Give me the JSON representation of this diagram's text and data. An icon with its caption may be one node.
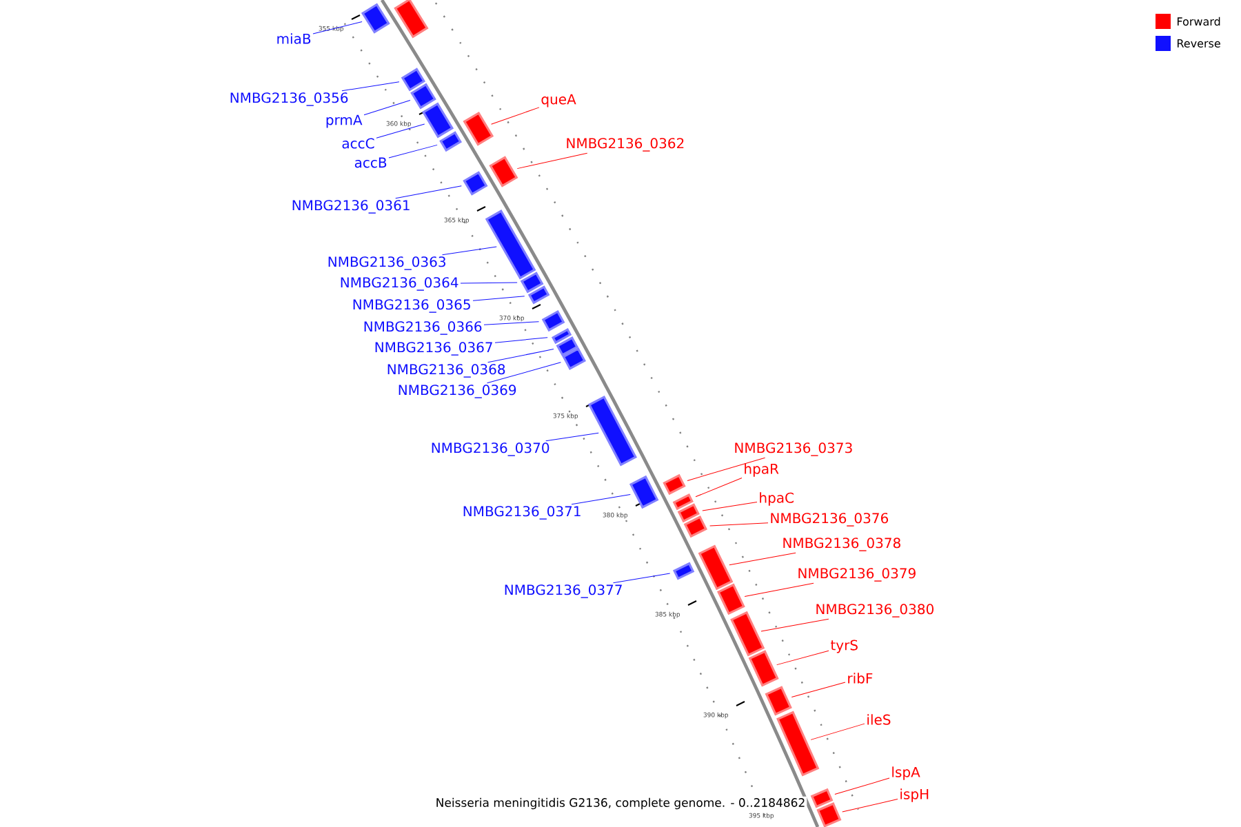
{
  "diagram": {
    "caption": "Neisseria meningitidis G2136, complete genome. - 0..2184862",
    "nodes": [
      {
        "text": [
          "miaB"
        ]
      },
      {
        "text": [
          "NMBG2136_0356"
        ]
      },
      {
        "text": [
          "queA"
        ]
      },
      {
        "text": [
          "prmA"
        ]
      },
      {
        "text": [
          "accC"
        ]
      },
      {
        "text": [
          "NMBG2136_0362"
        ]
      },
      {
        "text": [
          "accB"
        ]
      },
      {
        "text": [
          "NMBG2136_0361"
        ]
      },
      {
        "text": [
          "NMBG2136_0363"
        ]
      },
      {
        "text": [
          "NMBG2136_0364"
        ]
      },
      {
        "text": [
          "NMBG2136_0365"
        ]
      },
      {
        "text": [
          "NMBG2136_0366"
        ]
      },
      {
        "text": [
          "NMBG2136_0367"
        ]
      },
      {
        "text": [
          "NMBG2136_0368"
        ]
      },
      {
        "text": [
          "NMBG2136_0369"
        ]
      },
      {
        "text": [
          "NMBG2136_0370"
        ]
      },
      {
        "text": [
          "NMBG2136_0373"
        ]
      },
      {
        "text": [
          "hpaR"
        ]
      },
      {
        "text": [
          "hpaC"
        ]
      },
      {
        "text": [
          "NMBG2136_0371"
        ]
      },
      {
        "text": [
          "NMBG2136_0376"
        ]
      },
      {
        "text": [
          "NMBG2136_0378"
        ]
      },
      {
        "text": [
          "NMBG2136_0379"
        ]
      },
      {
        "text": [
          "NMBG2136_0377"
        ]
      },
      {
        "text": [
          "NMBG2136_0380"
        ]
      },
      {
        "text": [
          "tyrS"
        ]
      },
      {
        "text": [
          "ribF"
        ]
      },
      {
        "text": [
          "ileS"
        ]
      },
      {
        "text": [
          "lspA"
        ]
      },
      {
        "text": [
          "ispH"
        ]
      },
      {
        "text": [],
        "shape": "bar"
      },
      {
        "text": [],
        "shape": "bar"
      },
      {
        "text": [],
        "shape": "bar"
      },
      {
        "text": [],
        "shape": "bar"
      },
      {
        "text": [],
        "shape": "bar"
      },
      {
        "text": [],
        "shape": "bar"
      },
      {
        "text": [],
        "shape": "bar"
      },
      {
        "text": [],
        "shape": "bar"
      },
      {
        "text": [],
        "shape": "bar"
      },
      {
        "text": [],
        "shape": "bar"
      },
      {
        "text": [],
        "shape": "bar"
      },
      {
        "text": [],
        "shape": "bar"
      },
      {
        "text": [],
        "shape": "bar"
      },
      {
        "text": [],
        "shape": "bar"
      },
      {
        "text": [],
        "shape": "bar"
      },
      {
        "text": [],
        "shape": "bar"
      },
      {
        "text": [],
        "shape": "bar"
      },
      {
        "text": [],
        "shape": "bar"
      },
      {
        "text": [],
        "shape": "bar"
      },
      {
        "text": [],
        "shape": "bar"
      },
      {
        "text": [],
        "shape": "bar"
      },
      {
        "text": [],
        "shape": "bar"
      },
      {
        "text": [],
        "shape": "bar"
      },
      {
        "text": [],
        "shape": "bar"
      },
      {
        "text": [],
        "shape": "bar"
      },
      {
        "text": [],
        "shape": "bar"
      },
      {
        "text": [],
        "shape": "bar"
      },
      {
        "text": [],
        "shape": "bar"
      },
      {
        "text": [],
        "shape": "bar"
      },
      {
        "text": [],
        "shape": "bar"
      },
      {
        "text": [],
        "shape": "bar"
      }
    ],
    "edges": [
      {
        "from": 0,
        "to": 30,
        "arrow": "none"
      },
      {
        "from": 1,
        "to": 32,
        "arrow": "none"
      },
      {
        "from": 2,
        "to": 35,
        "arrow": "none",
        "color": "#ff0000"
      },
      {
        "from": 3,
        "to": 33,
        "arrow": "none"
      },
      {
        "from": 4,
        "to": 34,
        "arrow": "none"
      },
      {
        "from": 5,
        "to": 38,
        "arrow": "none",
        "color": "#ff0000"
      },
      {
        "from": 6,
        "to": 36,
        "arrow": "none"
      },
      {
        "from": 7,
        "to": 37,
        "arrow": "none"
      },
      {
        "from": 8,
        "to": 39,
        "arrow": "none"
      },
      {
        "from": 9,
        "to": 40,
        "arrow": "none"
      },
      {
        "from": 10,
        "to": 41,
        "arrow": "none"
      },
      {
        "from": 11,
        "to": 42,
        "arrow": "none"
      },
      {
        "from": 12,
        "to": 43,
        "arrow": "none"
      },
      {
        "from": 13,
        "to": 44,
        "arrow": "none"
      },
      {
        "from": 14,
        "to": 45,
        "arrow": "none"
      },
      {
        "from": 15,
        "to": 46,
        "arrow": "none"
      },
      {
        "from": 16,
        "to": 48,
        "arrow": "none",
        "color": "#ff0000"
      },
      {
        "from": 17,
        "to": 49,
        "arrow": "none",
        "color": "#ff0000"
      },
      {
        "from": 18,
        "to": 50,
        "arrow": "none",
        "color": "#ff0000"
      },
      {
        "from": 19,
        "to": 47,
        "arrow": "none"
      },
      {
        "from": 20,
        "to": 51,
        "arrow": "none",
        "color": "#ff0000"
      },
      {
        "from": 21,
        "to": 52,
        "arrow": "none",
        "color": "#ff0000"
      },
      {
        "from": 22,
        "to": 54,
        "arrow": "none",
        "color": "#ff0000"
      },
      {
        "from": 23,
        "to": 53,
        "arrow": "none"
      },
      {
        "from": 24,
        "to": 55,
        "arrow": "none",
        "color": "#ff0000"
      },
      {
        "from": 25,
        "to": 56,
        "arrow": "none",
        "color": "#ff0000"
      },
      {
        "from": 26,
        "to": 57,
        "arrow": "none",
        "color": "#ff0000"
      },
      {
        "from": 27,
        "to": 58,
        "arrow": "none",
        "color": "#ff0000"
      },
      {
        "from": 28,
        "to": 59,
        "arrow": "none",
        "color": "#ff0000"
      },
      {
        "from": 29,
        "to": 60,
        "arrow": "none",
        "color": "#ff0000"
      }
    ],
    "labels": [
      "355 kbp",
      "360 kbp",
      "365 kbp",
      "370 kbp",
      "375 kbp",
      "380 kbp",
      "385 kbp",
      "390 kbp",
      "395 kbp"
    ],
    "legend": [
      {
        "text": "Forward",
        "color": "#ff0000"
      },
      {
        "text": "Reverse",
        "color": "#1010ff"
      }
    ]
  }
}
